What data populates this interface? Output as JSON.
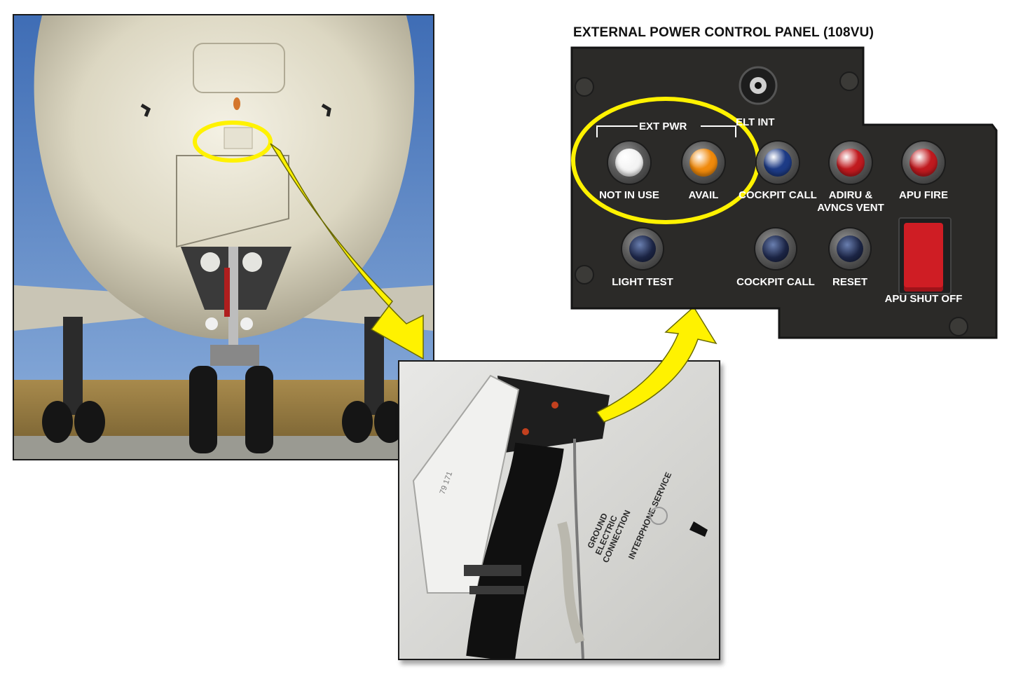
{
  "panel": {
    "title": "EXTERNAL POWER CONTROL PANEL (108VU)",
    "group_label": "EXT  PWR",
    "elt_int_label": "ELT INT",
    "lights": [
      {
        "label": "NOT IN USE",
        "color": "#f4f4f4"
      },
      {
        "label": "AVAIL",
        "color": "#f08a0c"
      },
      {
        "label": "COCKPIT CALL",
        "color": "#1d3b86"
      },
      {
        "label": "ADIRU & AVNCS VENT",
        "color": "#c01a1f"
      },
      {
        "label": "APU FIRE",
        "color": "#c01a1f"
      }
    ],
    "buttons": [
      {
        "label": "LIGHT TEST"
      },
      {
        "label": "COCKPIT CALL"
      },
      {
        "label": "RESET"
      }
    ],
    "switch_label": "APU SHUT OFF"
  },
  "closeup": {
    "placard_lines": [
      "GROUND",
      "ELECTRIC",
      "CONNECTION"
    ],
    "interphone_label": "INTERPHONE SERVICE"
  },
  "colors": {
    "highlight": "#fff200",
    "panel": "#2b2a28",
    "sky": "#4f7fc1"
  }
}
